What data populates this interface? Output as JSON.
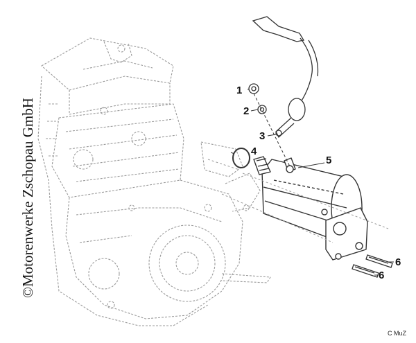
{
  "copyright": "©Motorenwerke Zschopau GmbH",
  "credit": "C MuZ",
  "callouts": [
    "1",
    "2",
    "3",
    "4",
    "5",
    "6",
    "6"
  ],
  "colors": {
    "line": "#333333",
    "engine_line": "#9a9a9a",
    "background": "#ffffff"
  }
}
